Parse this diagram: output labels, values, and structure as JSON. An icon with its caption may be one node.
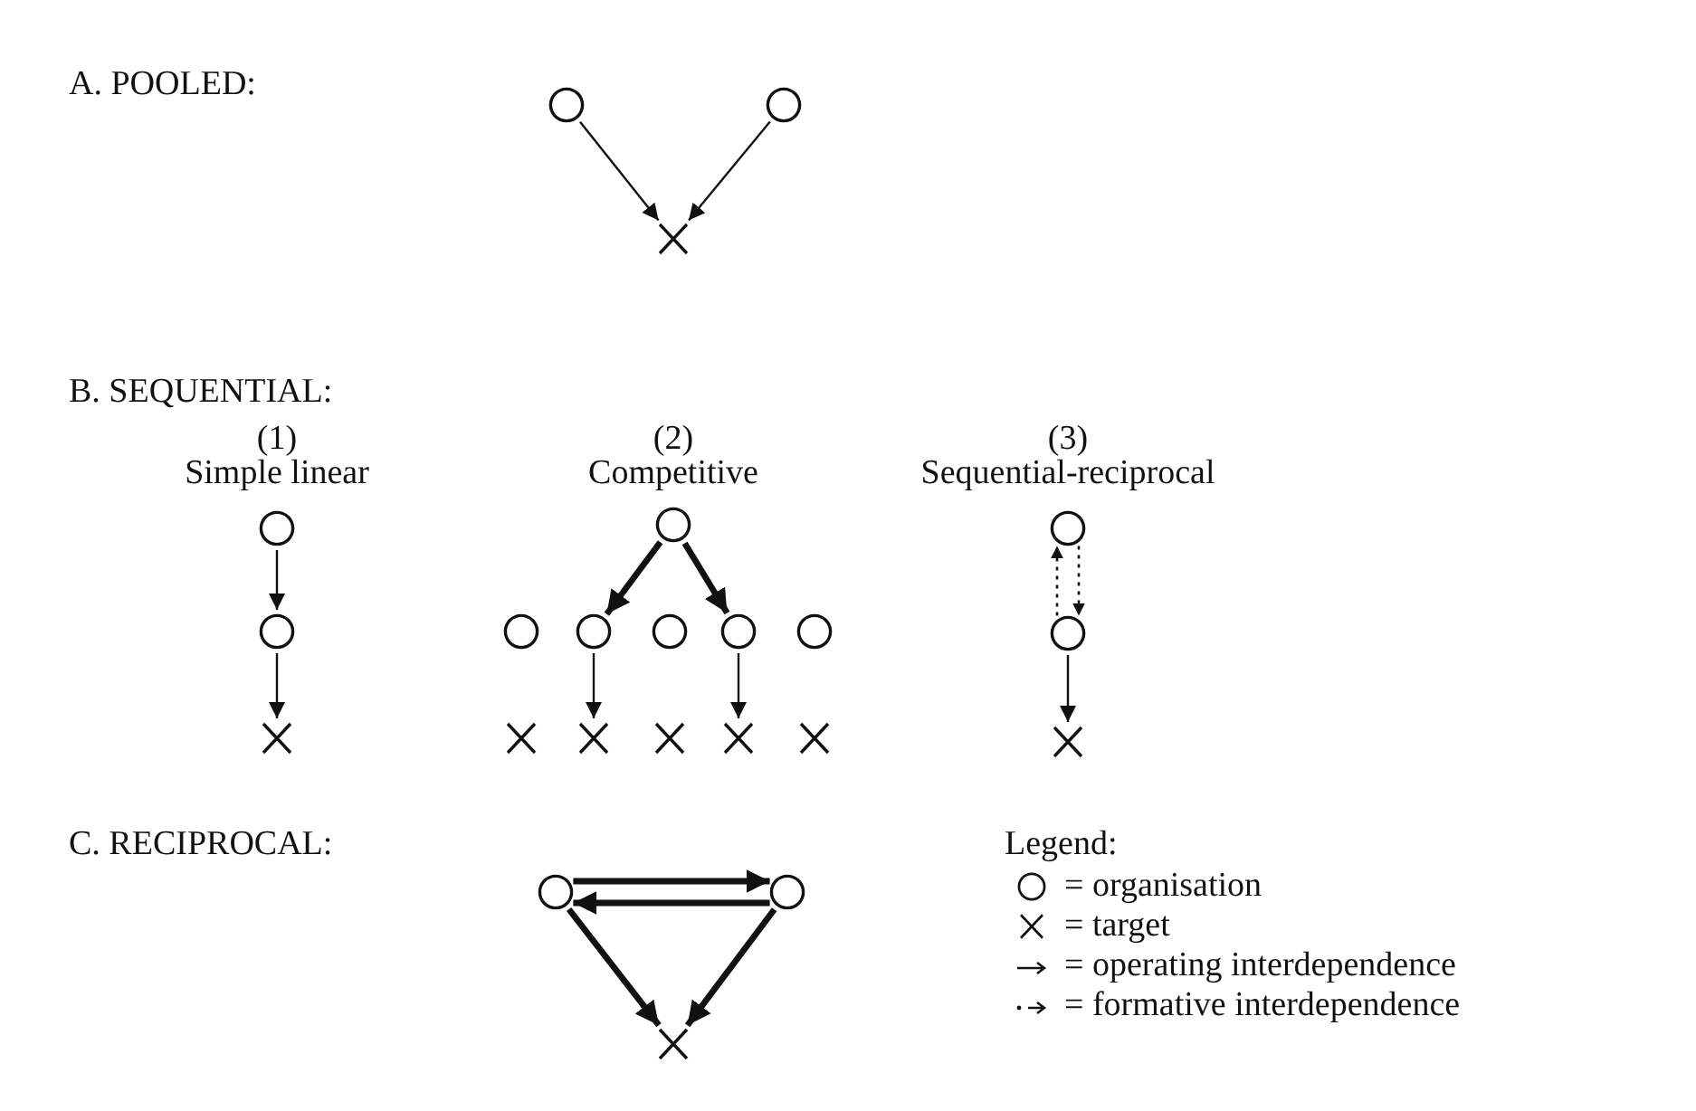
{
  "diagram": {
    "nodes": [
      {
        "text": [],
        "shape": "circle"
      },
      {
        "text": [],
        "shape": "circle"
      },
      {
        "text": [],
        "shape": "cross"
      },
      {
        "text": [],
        "shape": "circle"
      },
      {
        "text": [],
        "shape": "circle"
      },
      {
        "text": [],
        "shape": "cross"
      },
      {
        "text": [],
        "shape": "circle"
      },
      {
        "text": [],
        "shape": "circle"
      },
      {
        "text": [],
        "shape": "circle"
      },
      {
        "text": [],
        "shape": "circle"
      },
      {
        "text": [],
        "shape": "circle"
      },
      {
        "text": [],
        "shape": "circle"
      },
      {
        "text": [],
        "shape": "cross"
      },
      {
        "text": [],
        "shape": "cross"
      },
      {
        "text": [],
        "shape": "cross"
      },
      {
        "text": [],
        "shape": "cross"
      },
      {
        "text": [],
        "shape": "cross"
      },
      {
        "text": [],
        "shape": "circle"
      },
      {
        "text": [],
        "shape": "circle"
      },
      {
        "text": [],
        "shape": "cross"
      },
      {
        "text": [],
        "shape": "circle"
      },
      {
        "text": [],
        "shape": "circle"
      },
      {
        "text": [],
        "shape": "cross"
      }
    ],
    "edges": [
      {
        "from": 0,
        "to": 2,
        "arrow": "to"
      },
      {
        "from": 1,
        "to": 2,
        "arrow": "to"
      },
      {
        "from": 3,
        "to": 4,
        "arrow": "to"
      },
      {
        "from": 4,
        "to": 5,
        "arrow": "to"
      },
      {
        "from": 6,
        "to": 8,
        "arrow": "to",
        "style": "thick"
      },
      {
        "from": 6,
        "to": 10,
        "arrow": "to",
        "style": "thick"
      },
      {
        "from": 8,
        "to": 13,
        "arrow": "to"
      },
      {
        "from": 10,
        "to": 15,
        "arrow": "to"
      },
      {
        "from": 17,
        "to": 18,
        "arrow": "to",
        "style": "dashed"
      },
      {
        "from": 18,
        "to": 17,
        "arrow": "to",
        "style": "dashed"
      },
      {
        "from": 18,
        "to": 19,
        "arrow": "to"
      },
      {
        "from": 20,
        "to": 21,
        "arrow": "to",
        "style": "thick"
      },
      {
        "from": 21,
        "to": 20,
        "arrow": "to",
        "style": "thick"
      },
      {
        "from": 20,
        "to": 22,
        "arrow": "to",
        "style": "thick"
      },
      {
        "from": 21,
        "to": 22,
        "arrow": "to",
        "style": "thick"
      }
    ],
    "labels": [
      "A. POOLED:",
      "B. SEQUENTIAL:",
      "(1)",
      "(2)",
      "(3)",
      "Simple linear",
      "Competitive",
      "Sequential-reciprocal",
      "C. RECIPROCAL:",
      "Legend:"
    ],
    "legend": [
      {
        "text": "= organisation"
      },
      {
        "text": "= target"
      },
      {
        "text": "= operating interdependence"
      },
      {
        "text": "= formative interdependence"
      }
    ]
  }
}
